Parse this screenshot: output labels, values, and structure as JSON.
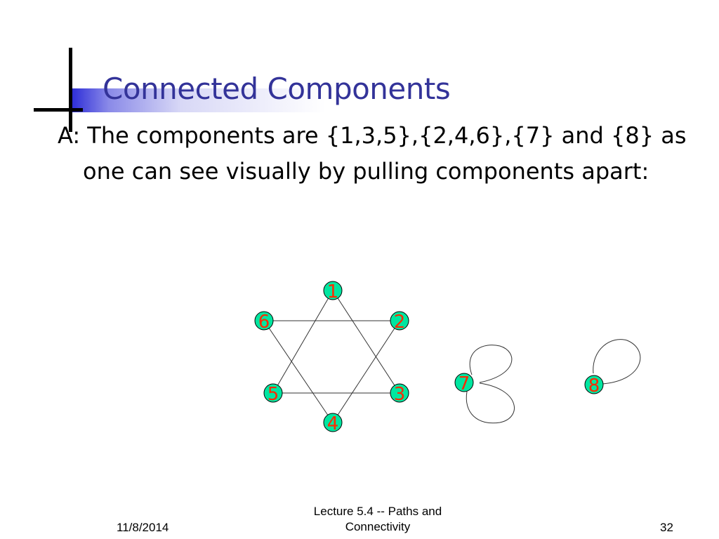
{
  "slide": {
    "title": "Connected Components",
    "body": "A: The components are {1,3,5},{2,4,6},{7} and {8} as one can see visually by pulling components apart:"
  },
  "graph": {
    "node_fill": "#00e6a0",
    "label_color": "#ff2a00",
    "nodes": [
      {
        "id": "1",
        "label": "1"
      },
      {
        "id": "2",
        "label": "2"
      },
      {
        "id": "3",
        "label": "3"
      },
      {
        "id": "4",
        "label": "4"
      },
      {
        "id": "5",
        "label": "5"
      },
      {
        "id": "6",
        "label": "6"
      },
      {
        "id": "7",
        "label": "7"
      },
      {
        "id": "8",
        "label": "8"
      }
    ],
    "edges": [
      {
        "from": "1",
        "to": "3"
      },
      {
        "from": "1",
        "to": "5"
      },
      {
        "from": "3",
        "to": "5"
      },
      {
        "from": "2",
        "to": "4"
      },
      {
        "from": "2",
        "to": "6"
      },
      {
        "from": "4",
        "to": "6"
      },
      {
        "from": "7",
        "to": "7"
      },
      {
        "from": "7",
        "to": "7"
      },
      {
        "from": "8",
        "to": "8"
      }
    ]
  },
  "footer": {
    "date": "11/8/2014",
    "title_line1": "Lecture 5.4 -- Paths and",
    "title_line2": "Connectivity",
    "page": "32"
  }
}
